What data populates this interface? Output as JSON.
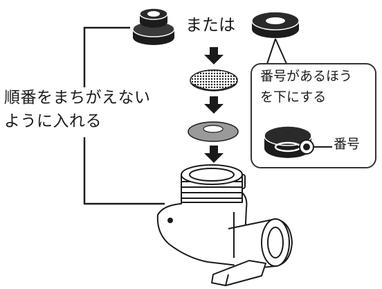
{
  "labels": {
    "or": "または",
    "order_line1": "順番をまちがえない",
    "order_line2": "ように入れる",
    "callout_line1": "番号があるほう",
    "callout_line2": "を下にする",
    "number": "番号"
  },
  "parts": [
    {
      "name": "stepped-gasket",
      "role": "option A"
    },
    {
      "name": "flat-gasket",
      "role": "option B"
    },
    {
      "name": "mesh-filter",
      "role": "second"
    },
    {
      "name": "washer",
      "role": "third"
    },
    {
      "name": "faucet-adapter",
      "role": "destination"
    }
  ],
  "colors": {
    "line": "#1a1a1a",
    "rubber": "#1c1c1c",
    "washer": "#9a9a9a",
    "body_fill": "#ffffff",
    "callout_border": "#333333"
  }
}
